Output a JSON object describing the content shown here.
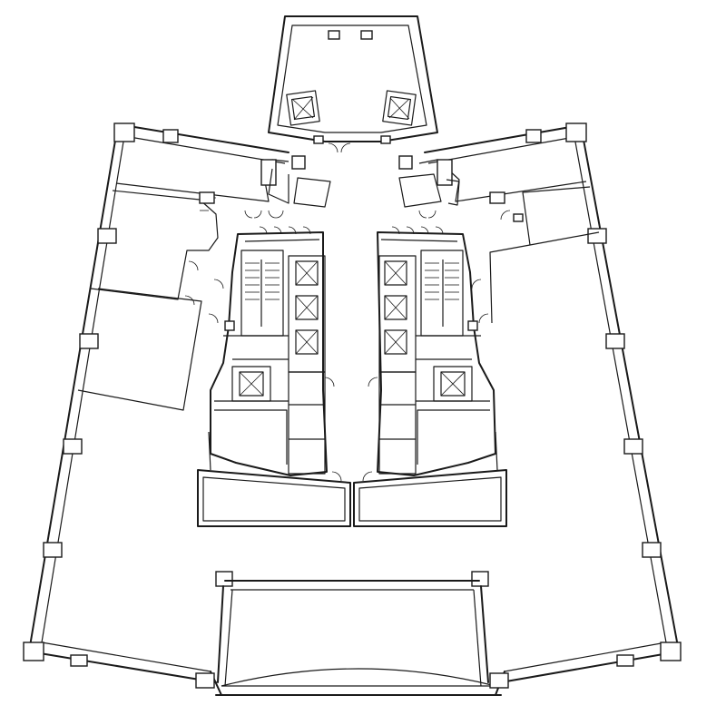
{
  "drawing": {
    "kind": "architectural floor plan",
    "line_color": "#1a1a1a",
    "background": "#ffffff",
    "elevator_count": 10,
    "stair_count": 2,
    "column_count": 22
  }
}
